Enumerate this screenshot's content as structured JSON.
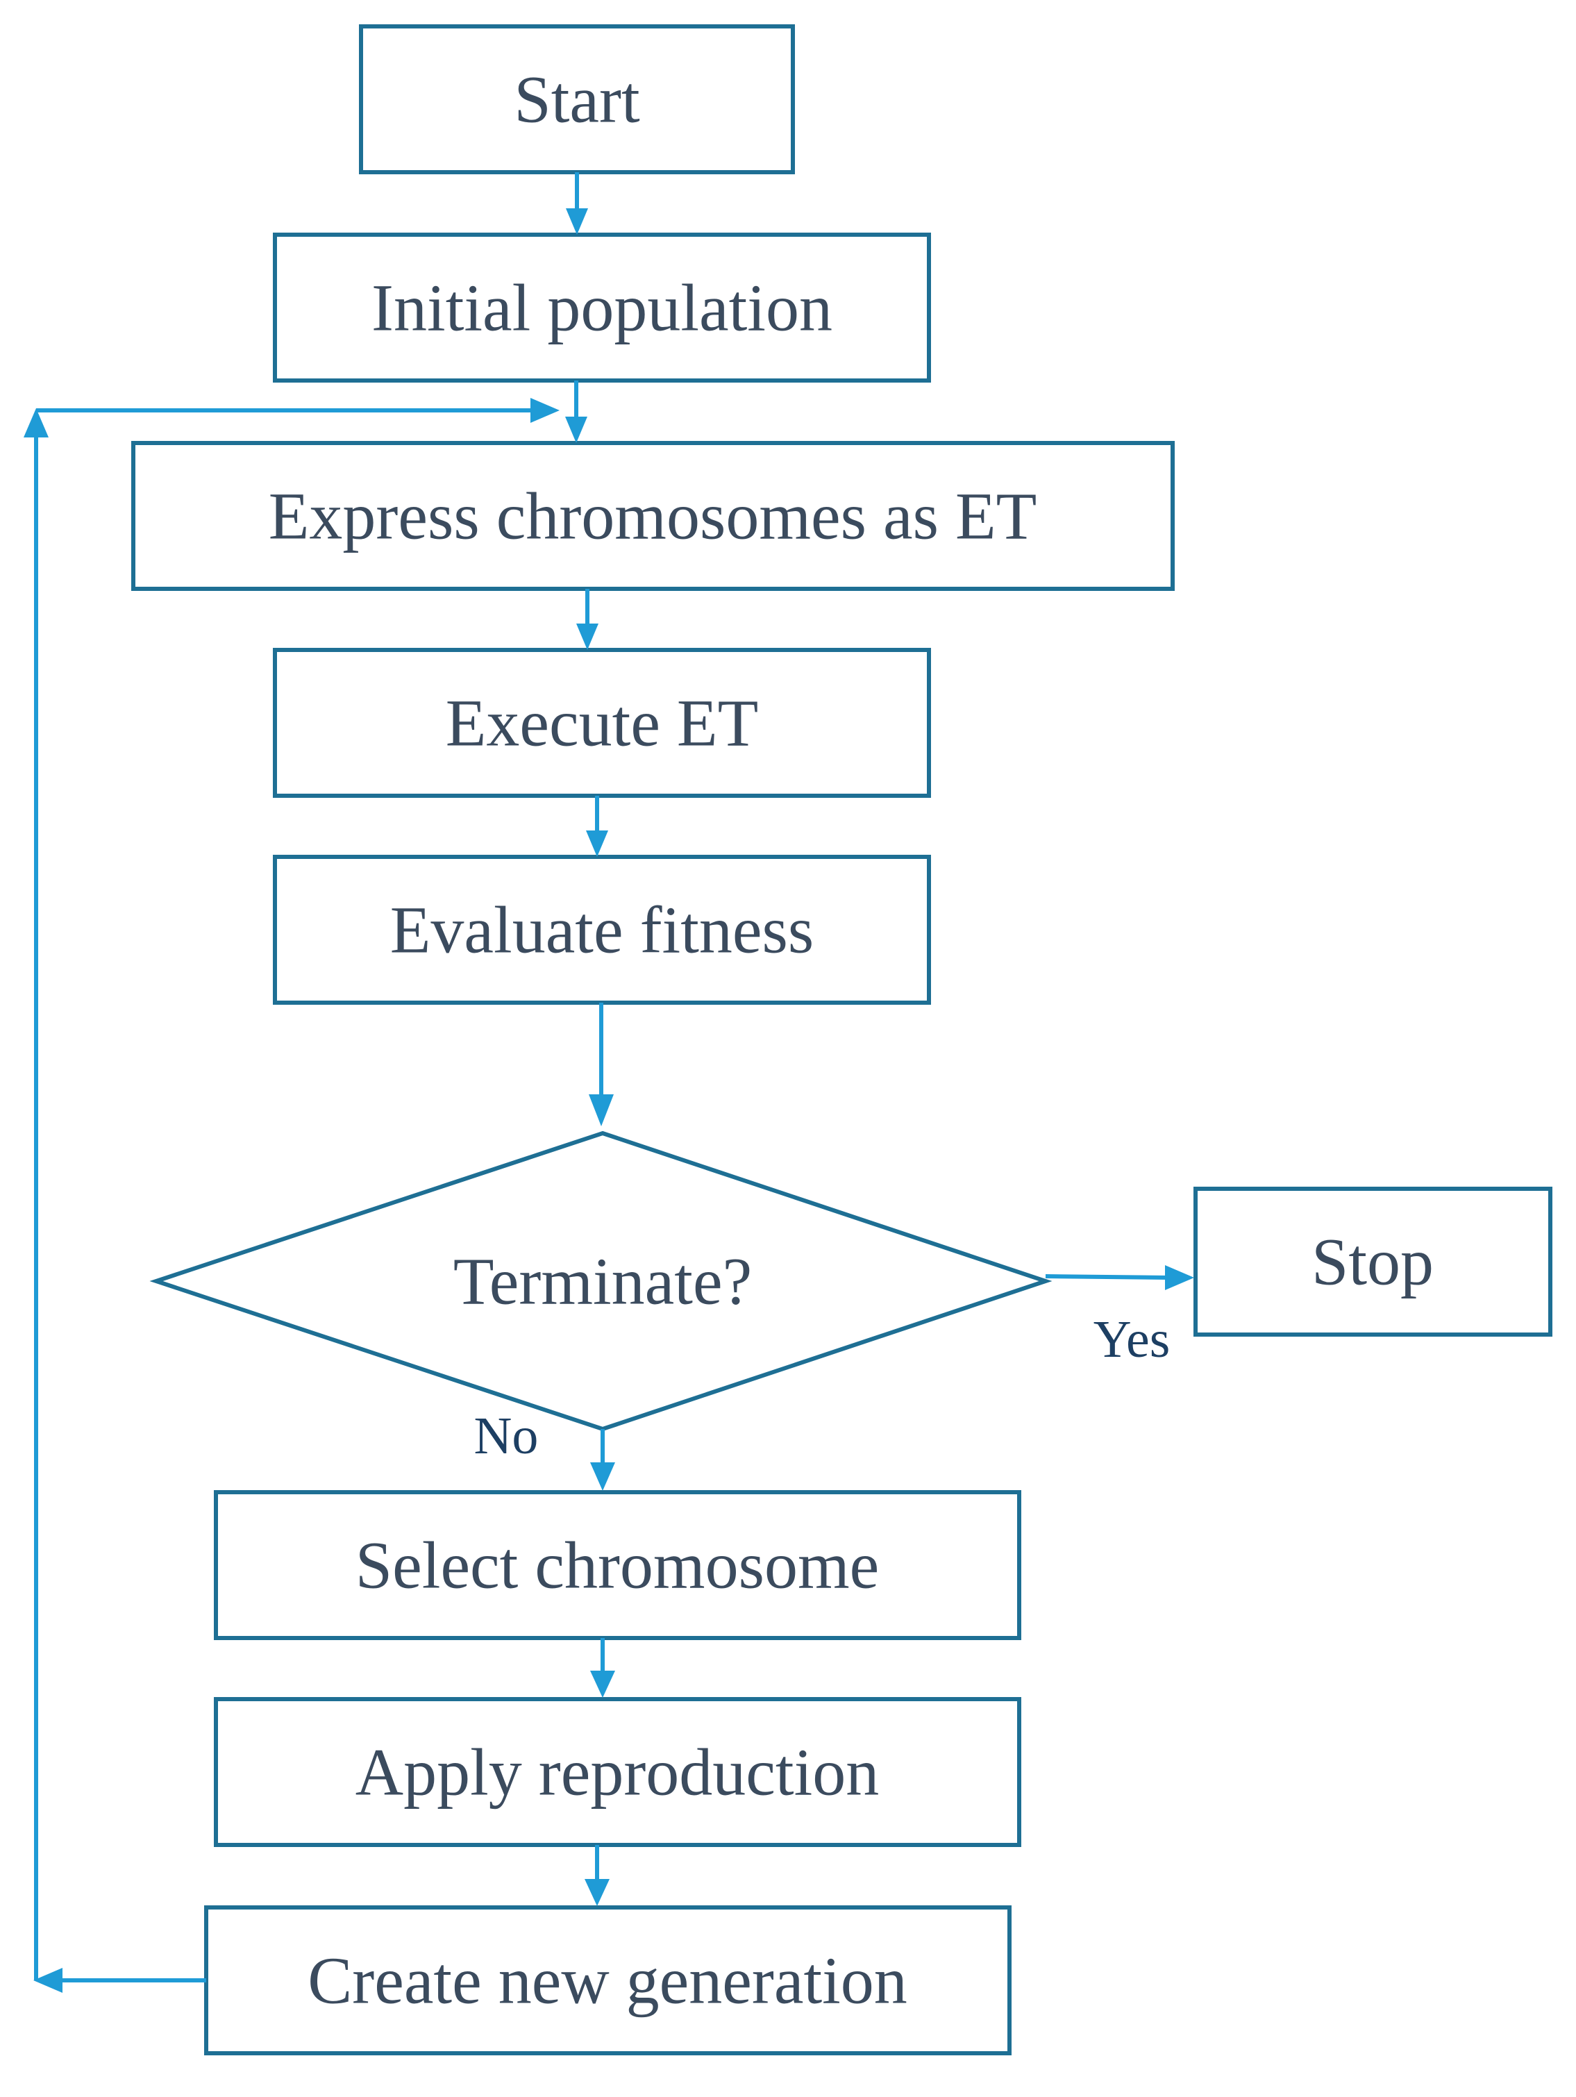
{
  "flowchart": {
    "nodes": {
      "start": "Start",
      "initial_population": "Initial population",
      "express": "Express chromosomes as ET",
      "execute": "Execute ET",
      "evaluate": "Evaluate fitness",
      "terminate": "Terminate?",
      "stop": "Stop",
      "select": "Select chromosome",
      "reproduce": "Apply reproduction",
      "new_generation": "Create new generation"
    },
    "edge_labels": {
      "yes": "Yes",
      "no": "No"
    },
    "colors": {
      "box_stroke": "#1e6f94",
      "arrow": "#1f9bd6",
      "text": "#3b4b5e"
    }
  }
}
